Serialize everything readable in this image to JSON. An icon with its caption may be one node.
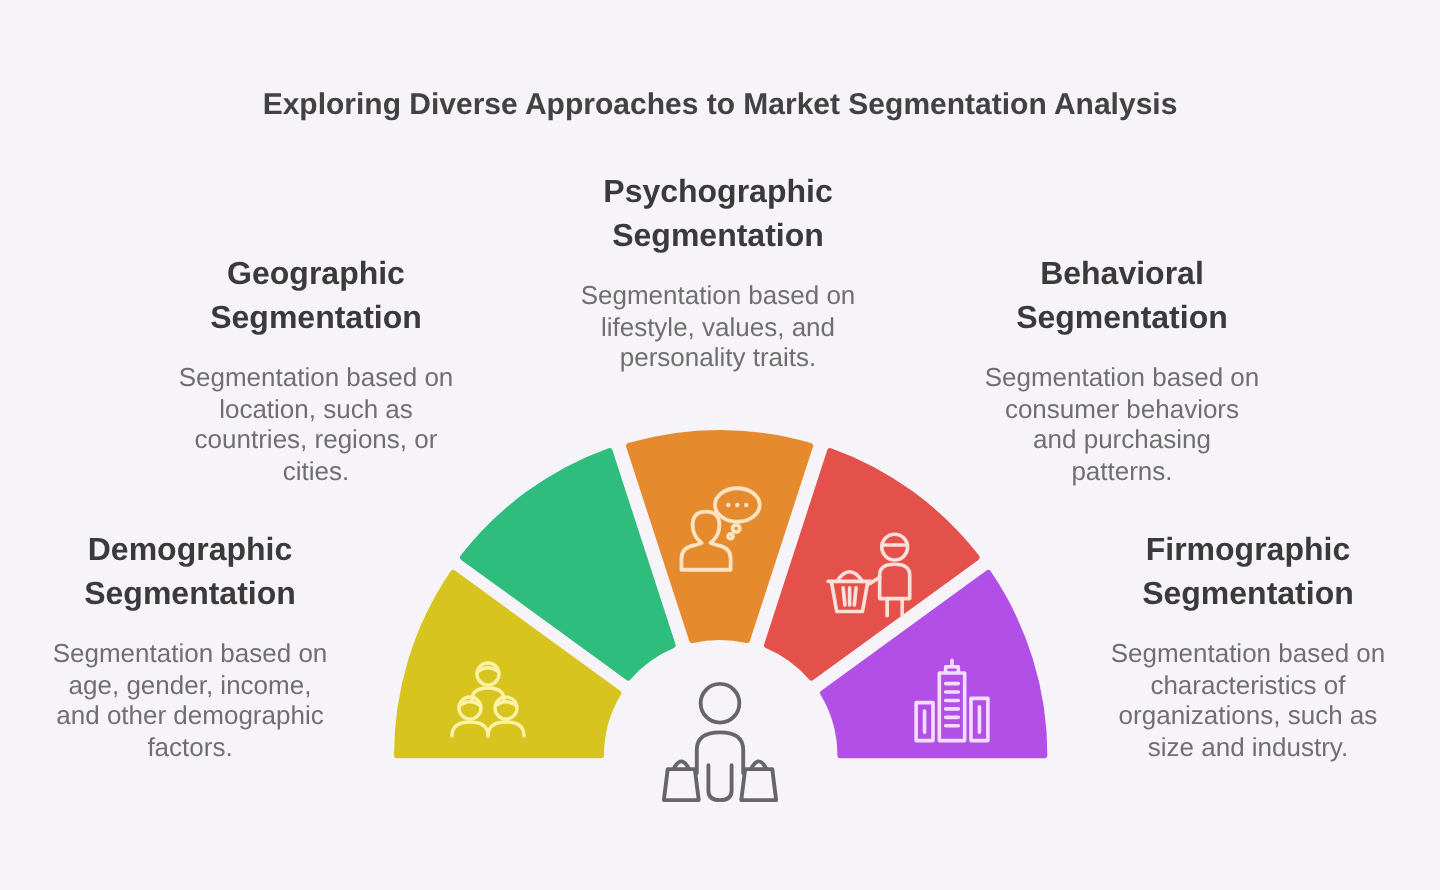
{
  "diagram": {
    "title": "Exploring Diverse Approaches to Market Segmentation Analysis",
    "nodes": [
      {
        "text": [
          "Demographic Segmentation",
          "Segmentation based on age, gender, income, and other demographic factors."
        ]
      },
      {
        "text": [
          "Geographic Segmentation",
          "Segmentation based on location, such as countries, regions, or cities."
        ]
      },
      {
        "text": [
          "Psychographic Segmentation",
          "Segmentation based on lifestyle, values, and personality traits."
        ]
      },
      {
        "text": [
          "Behavioral Segmentation",
          "Segmentation based on consumer behaviors and purchasing patterns."
        ]
      },
      {
        "text": [
          "Firmographic Segmentation",
          "Segmentation based on characteristics of organizations, such as size and industry."
        ]
      }
    ]
  }
}
